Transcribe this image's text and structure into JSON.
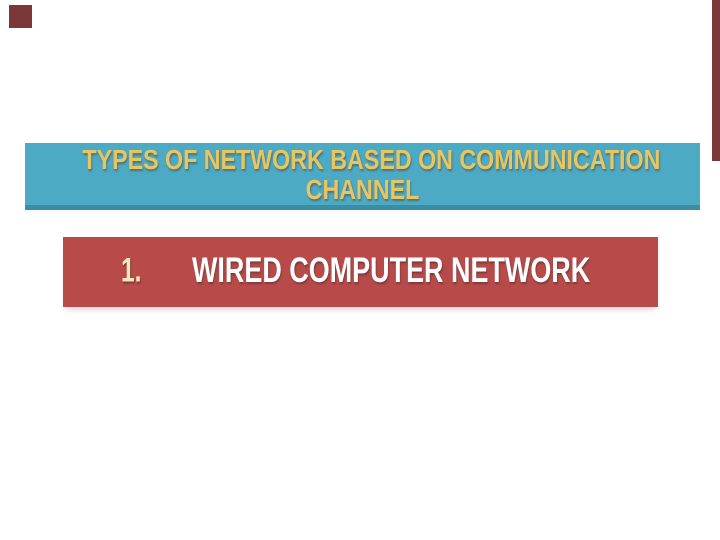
{
  "slide": {
    "background_color": "#ffffff",
    "decorations": {
      "corner_square_color": "#7a3838",
      "edge_strip_color": "#7a3838"
    },
    "title_banner": {
      "text": "TYPES OF NETWORK BASED ON COMMUNICATION CHANNEL",
      "line1": "TYPES OF NETWORK BASED ON COMMUNICATION",
      "line2": "CHANNEL",
      "bg_color": "#4daac4",
      "bottom_edge_color": "#3b8da4",
      "text_color": "#e8c55e"
    },
    "item_banner": {
      "number": "1.",
      "label": "WIRED COMPUTER NETWORK",
      "bg_color": "#b84b49",
      "number_color": "#f2e6bd",
      "text_color": "#ffffff"
    }
  }
}
